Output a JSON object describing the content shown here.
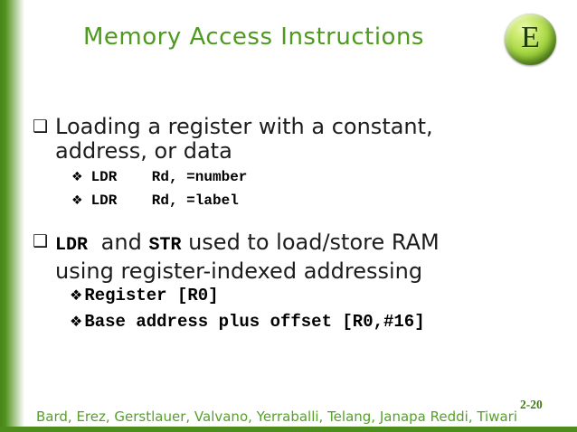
{
  "slide": {
    "title": "Memory Access Instructions",
    "logo_letter": "E",
    "footer": "Bard, Erez, Gerstlauer, Valvano, Yerraballi, Telang, Janapa Reddi, Tiwari",
    "page_number": "2-20",
    "colors": {
      "accent_green": "#4e9a1e",
      "bar_green": "#4e8c1e",
      "body_text": "#1c1c1c",
      "page_number_green": "#3c7a10"
    }
  },
  "icons": {
    "square_bullet": "❑",
    "diamond_bullet": "❖"
  },
  "content": {
    "bullet1": {
      "line1": "Loading a register with a constant,",
      "line2": "address, or data"
    },
    "sub1": [
      {
        "code": "LDR    Rd, =number"
      },
      {
        "code": "LDR    Rd, =label"
      }
    ],
    "bullet2": {
      "seg_ldr": "LDR",
      "seg_and": " and ",
      "seg_str": "STR",
      "seg_rest": " used to load/store RAM",
      "line2": "using register-indexed addressing"
    },
    "sub2": [
      {
        "code": "Register [R0]"
      },
      {
        "code": "Base address plus offset [R0,#16]"
      }
    ]
  }
}
